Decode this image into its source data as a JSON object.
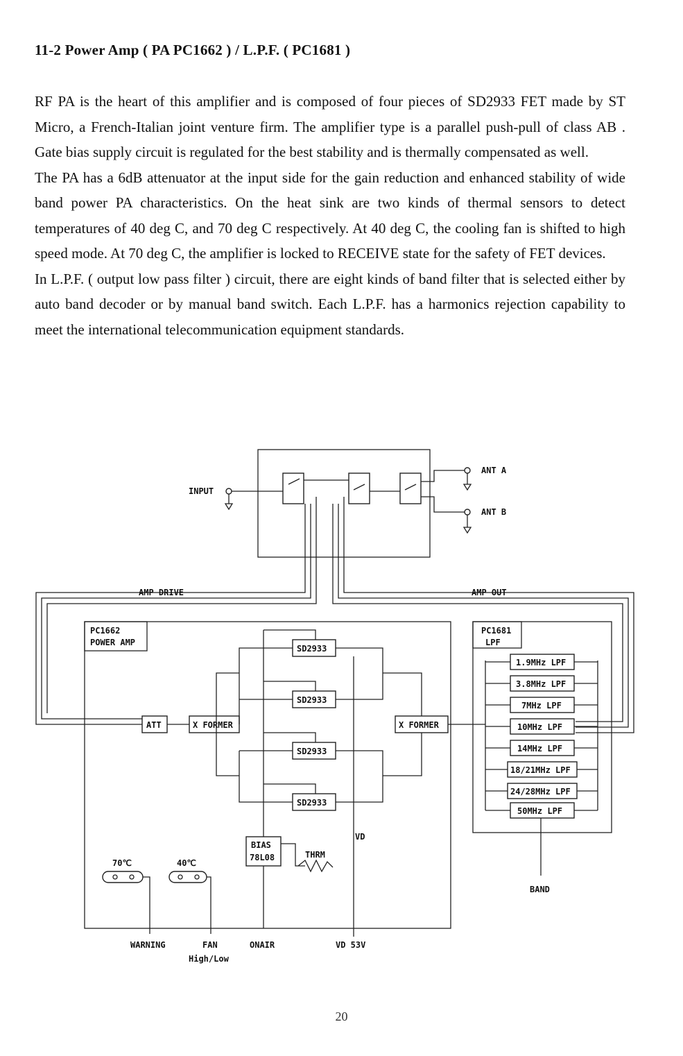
{
  "heading": "11-2 Power Amp ( PA PC1662 ) / L.P.F. ( PC1681 )",
  "paragraphs": [
    "RF PA is the heart of this amplifier and is composed of four pieces of SD2933 FET made by ST Micro, a French-Italian joint venture firm. The amplifier type is a parallel push-pull of class AB . Gate bias supply circuit is regulated for the best stability and is thermally compensated as well.",
    "The PA has a 6dB attenuator at the input side for the gain reduction and enhanced stability of wide band power PA characteristics. On the heat sink are two kinds of thermal sensors to detect temperatures of 40 deg C, and 70 deg C respectively. At 40 deg C, the cooling fan is shifted to high speed mode. At 70 deg C, the amplifier is locked to RECEIVE state for the safety of FET devices.",
    "In L.P.F. ( output low pass filter ) circuit, there are eight kinds of band filter that is selected either by auto band decoder or by manual band switch. Each L.P.F. has a harmonics rejection capability to meet the international telecommunication equipment standards."
  ],
  "diagram": {
    "input": "INPUT",
    "ant_a": "ANT A",
    "ant_b": "ANT B",
    "amp_drive": "AMP DRIVE",
    "amp_out": "AMP OUT",
    "pa_title_1": "PC1662",
    "pa_title_2": "POWER AMP",
    "att": "ATT",
    "xformer_in": "X FORMER",
    "xformer_out": "X FORMER",
    "fets": [
      "SD2933",
      "SD2933",
      "SD2933",
      "SD2933"
    ],
    "bias_1": "BIAS",
    "bias_2": "78L08",
    "thermistor": "THRM",
    "vd": "VD",
    "sensor_70": "70℃",
    "sensor_40": "40℃",
    "lpf_title_1": "PC1681",
    "lpf_title_2": "LPF",
    "lpf_filters": [
      "1.9MHz LPF",
      "3.8MHz LPF",
      "7MHz LPF",
      "10MHz LPF",
      "14MHz LPF",
      "18/21MHz LPF",
      "24/28MHz LPF",
      "50MHz LPF"
    ],
    "band": "BAND",
    "warning": "WARNING",
    "fan": "FAN",
    "fan_mode": "High/Low",
    "on_air": "ONAIR",
    "vd53": "VD 53V"
  },
  "page_number": "20"
}
